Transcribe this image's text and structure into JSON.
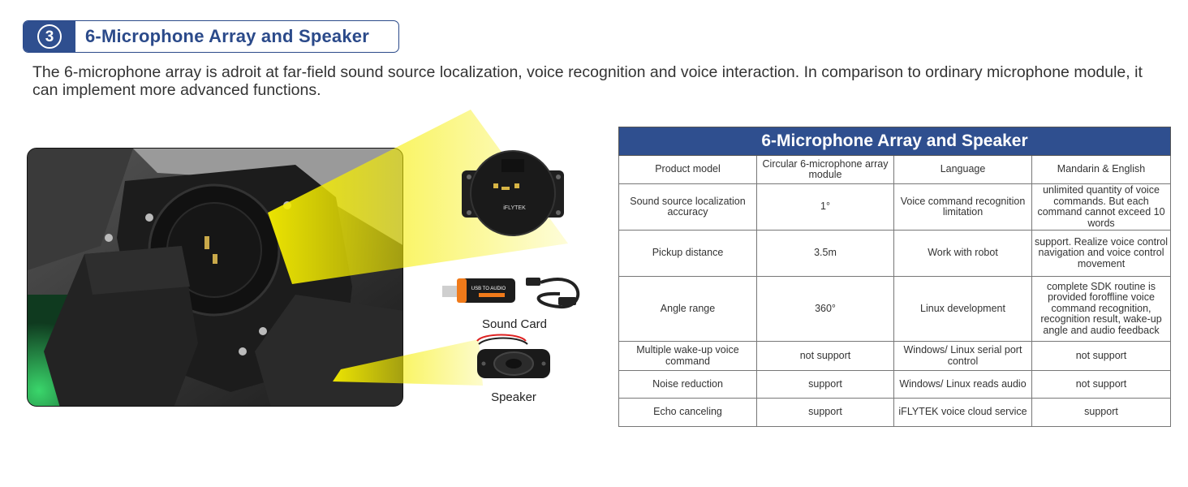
{
  "header": {
    "number": "3",
    "title": "6-Microphone Array and Speaker"
  },
  "intro": "The 6-microphone array is adroit at far-field sound source localization, voice recognition and voice interaction. In comparison to ordinary microphone module, it can implement more advanced functions.",
  "images": {
    "sound_card_label": "Sound Card",
    "speaker_label": "Speaker",
    "usb_dongle_text": "USB TO AUDIO",
    "mic_logo_text": "iFLYTEK"
  },
  "colors": {
    "brand": "#2f4f8f",
    "beam": "#f6ee00"
  },
  "spec_table": {
    "title": "6-Microphone Array and Speaker",
    "rows": [
      [
        "Product model",
        "Circular 6-microphone array module",
        "Language",
        "Mandarin & English"
      ],
      [
        "Sound source localization accuracy",
        "1°",
        "Voice command recognition limitation",
        "unlimited quantity of voice commands. But each command cannot exceed 10 words"
      ],
      [
        "Pickup distance",
        "3.5m",
        "Work with robot",
        "support. Realize voice control navigation and voice control movement"
      ],
      [
        "Angle range",
        "360°",
        "Linux development",
        "complete SDK routine is provided foroffline voice command recognition, recognition result, wake-up angle and audio feedback"
      ],
      [
        "Multiple wake-up voice command",
        "not support",
        "Windows/ Linux serial port control",
        "not support"
      ],
      [
        "Noise reduction",
        "support",
        "Windows/ Linux reads audio",
        "not support"
      ],
      [
        "Echo canceling",
        "support",
        "iFLYTEK voice cloud service",
        "support"
      ]
    ]
  }
}
